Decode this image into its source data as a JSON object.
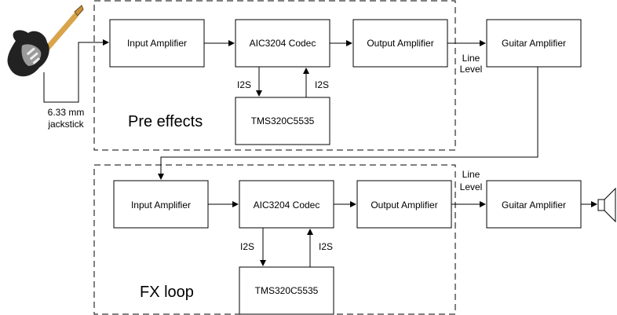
{
  "diagram": {
    "pre_effects": {
      "title": "Pre effects",
      "input_amp": "Input Amplifier",
      "codec": "AIC3204 Codec",
      "output_amp": "Output Amplifier",
      "dsp": "TMS320C5535",
      "i2s_down": "I2S",
      "i2s_up": "I2S"
    },
    "fx_loop": {
      "title": "FX loop",
      "input_amp": "Input Amplifier",
      "codec": "AIC3204 Codec",
      "output_amp": "Output Amplifier",
      "dsp": "TMS320C5535",
      "i2s_down": "I2S",
      "i2s_up": "I2S"
    },
    "guitar_amp_top": "Guitar Amplifier",
    "guitar_amp_bottom": "Guitar Amplifier",
    "line_level_top": [
      "Line",
      "Level"
    ],
    "line_level_bottom": [
      "Line",
      "Level"
    ],
    "jack": [
      "6.33 mm",
      "jackstick"
    ],
    "icons": [
      "electric-guitar-icon",
      "speaker-icon"
    ],
    "colors": {
      "guitar_body": "#222222",
      "guitar_neck": "#d9a44a",
      "pickguard": "#9a9a9a"
    }
  }
}
